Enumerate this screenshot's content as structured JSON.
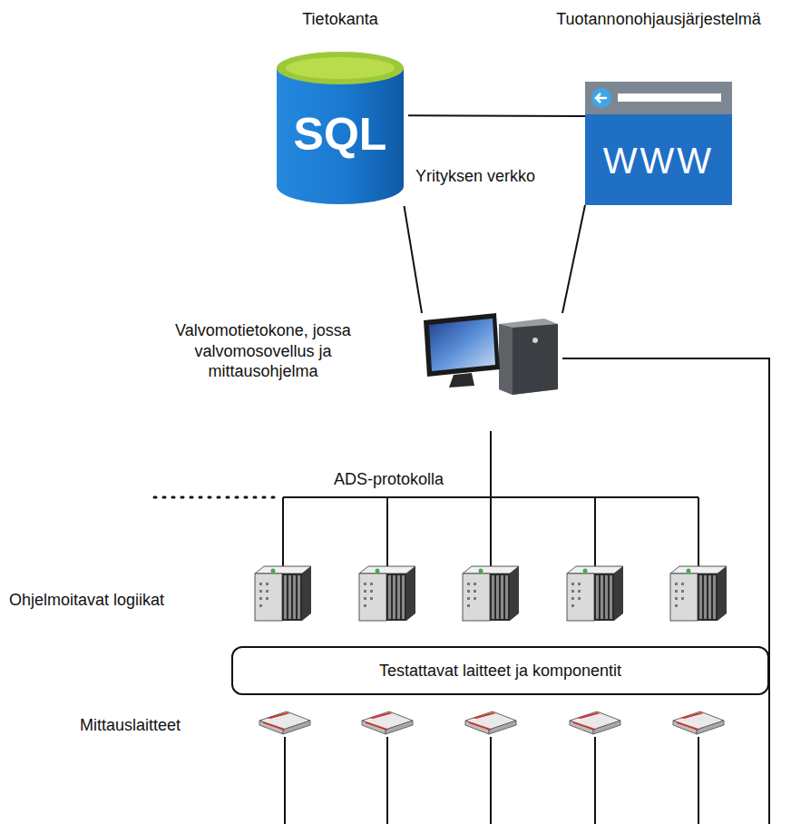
{
  "diagram": {
    "nodes": [
      {
        "text": [
          "Tietokanta",
          "SQL"
        ]
      },
      {
        "text": [
          "Tuotannonohjausjärjestelmä",
          "WWW"
        ]
      },
      {
        "text": [
          "Valvomotietokone, jossa valvomosovellus ja mittausohjelma"
        ]
      },
      {
        "text": [
          "Testattavat laitteet ja komponentit"
        ]
      }
    ],
    "edges": [
      {
        "from": 0,
        "to": 1,
        "arrow": "none"
      },
      {
        "from": 0,
        "to": 2,
        "arrow": "none"
      },
      {
        "from": 1,
        "to": 2,
        "arrow": "none"
      }
    ],
    "labels": [
      "Yrityksen verkko",
      "ADS-protokolla",
      "Ohjelmoitavat logiikat",
      "Mittauslaitteet"
    ]
  }
}
